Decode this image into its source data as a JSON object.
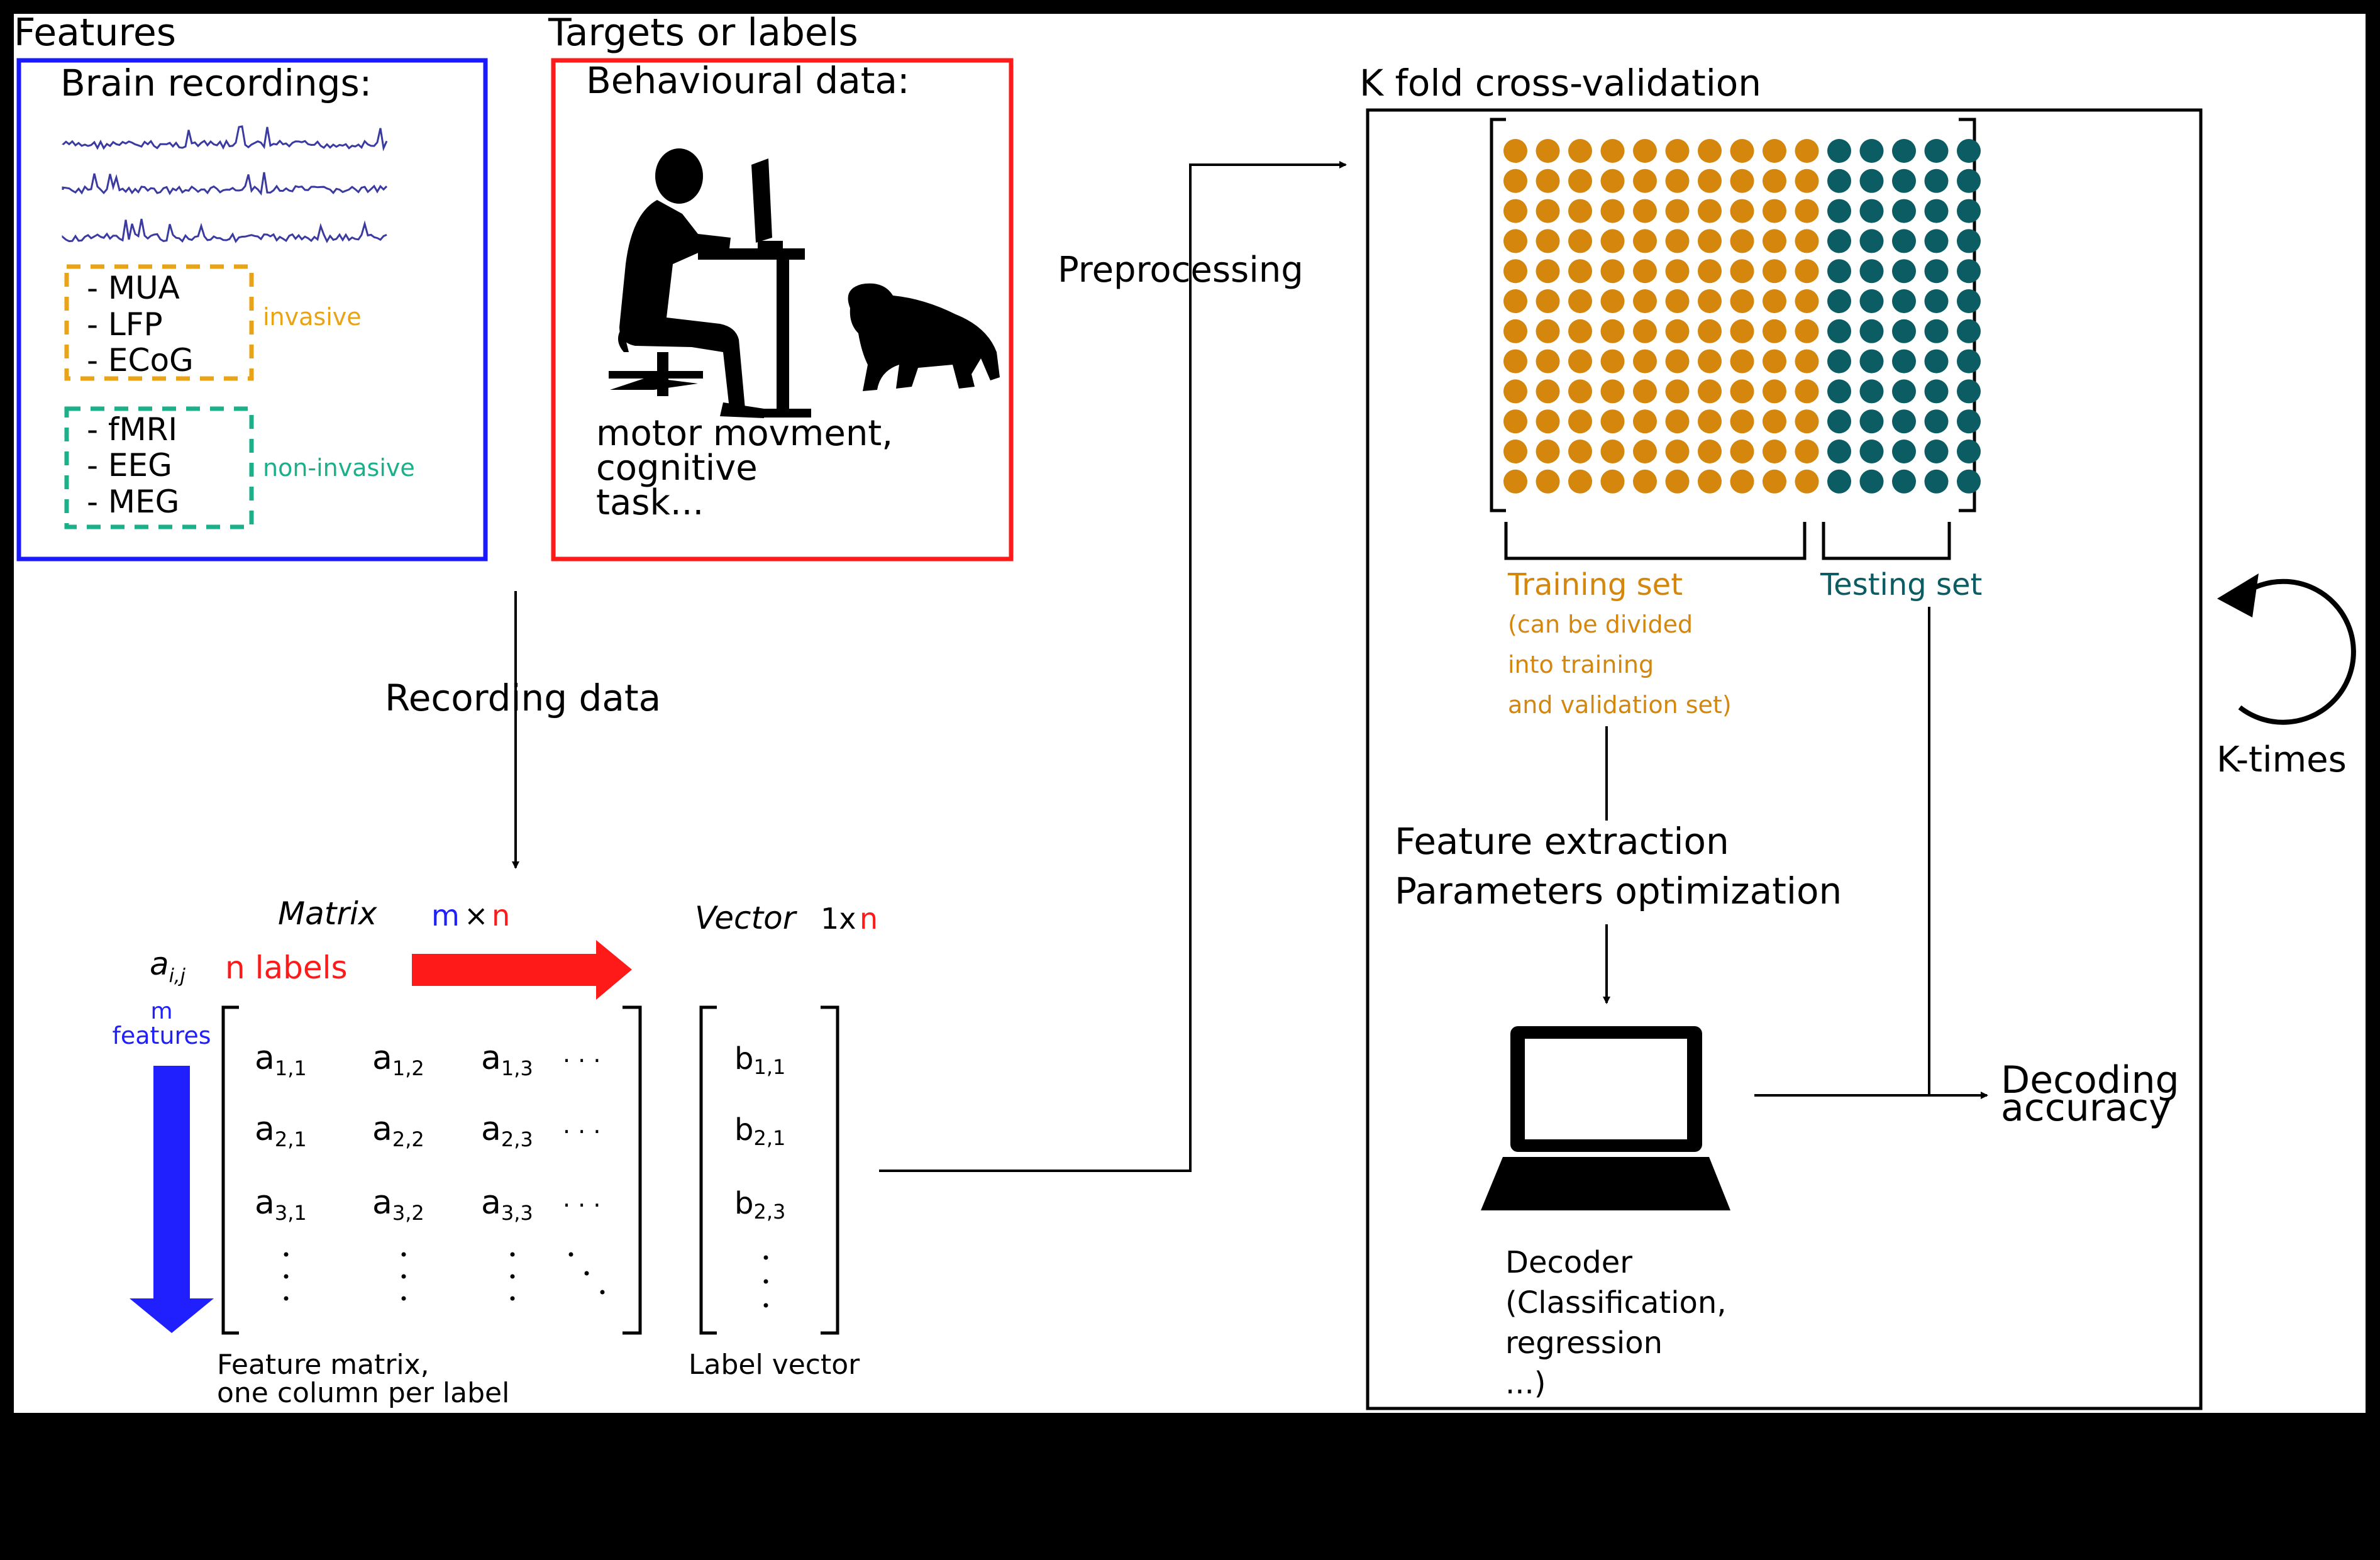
{
  "features": {
    "title": "Features",
    "box_title": "Brain recordings:",
    "invasive_items": [
      "- MUA",
      "- LFP",
      "- ECoG"
    ],
    "invasive_label": "invasive",
    "noninvasive_items": [
      "- fMRI",
      "- EEG",
      "- MEG"
    ],
    "noninvasive_label": "non-invasive"
  },
  "targets": {
    "title": "Targets or labels",
    "box_title": "Behavioural data:",
    "desc": [
      "motor movment,",
      "cognitive",
      "task..."
    ]
  },
  "recording_data": "Recording data",
  "matrix": {
    "title": "Matrix",
    "dims_m": "m",
    "dims_x": "×",
    "dims_n": "n",
    "aij_base": "a",
    "aij_sub": "i,j",
    "n_labels": "n labels",
    "m_features": [
      "m",
      "features"
    ],
    "cells": [
      [
        {
          "b": "a",
          "s": "1,1"
        },
        {
          "b": "a",
          "s": "1,2"
        },
        {
          "b": "a",
          "s": "1,3"
        }
      ],
      [
        {
          "b": "a",
          "s": "2,1"
        },
        {
          "b": "a",
          "s": "2,2"
        },
        {
          "b": "a",
          "s": "2,3"
        }
      ],
      [
        {
          "b": "a",
          "s": "3,1"
        },
        {
          "b": "a",
          "s": "3,2"
        },
        {
          "b": "a",
          "s": "3,3"
        }
      ]
    ],
    "hdots": "· · ·",
    "caption": [
      "Feature matrix,",
      "one column per label"
    ]
  },
  "vector": {
    "title": "Vector",
    "dims_pre": "1x",
    "dims_n": "n",
    "cells": [
      {
        "b": "b",
        "s": "1,1"
      },
      {
        "b": "b",
        "s": "2,1"
      },
      {
        "b": "b",
        "s": "2,3"
      }
    ],
    "caption": "Label vector"
  },
  "preprocessing": "Preprocessing",
  "kfold": {
    "title": "K fold cross-validation",
    "grid_rows": 12,
    "train_cols": 10,
    "test_cols": 5,
    "training_label": "Training set",
    "training_note": [
      "(can be divided",
      "into training",
      "and validation set)"
    ],
    "testing_label": "Testing set",
    "feature_extraction": "Feature extraction",
    "param_opt": "Parameters optimization",
    "decoder": [
      "Decoder",
      "(Classification,",
      "regression",
      "...)"
    ],
    "decoding_accuracy": [
      "Decoding",
      "accuracy"
    ],
    "k_times": "K-times"
  },
  "colors": {
    "features_box": "#1a1aff",
    "targets_box": "#ff1a1a",
    "invasive": "#e8a317",
    "noninvasive": "#1bb08a",
    "training": "#d4870c",
    "testing": "#0b5c63",
    "blue_text": "#2020ff",
    "red_text": "#ff1a1a",
    "eeg_trace": "#3a3aa0"
  }
}
